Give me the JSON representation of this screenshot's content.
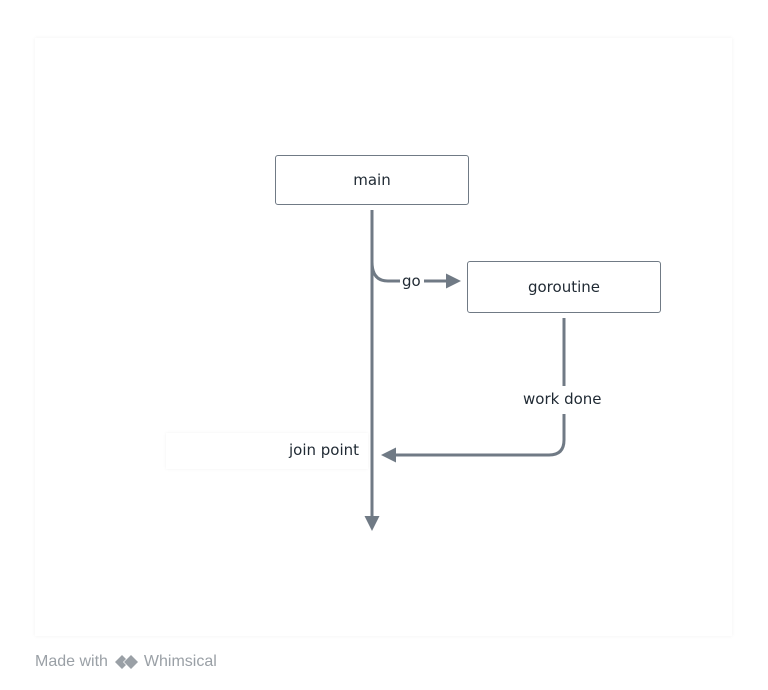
{
  "diagram": {
    "nodes": {
      "main": "main",
      "goroutine": "goroutine"
    },
    "edge_labels": {
      "go": "go",
      "work_done": "work done",
      "join_point": "join point"
    },
    "stroke_color": "#707a85"
  },
  "footer": {
    "made_with": "Made with",
    "brand": "Whimsical",
    "logo_icon": "whimsical-logo-icon"
  }
}
